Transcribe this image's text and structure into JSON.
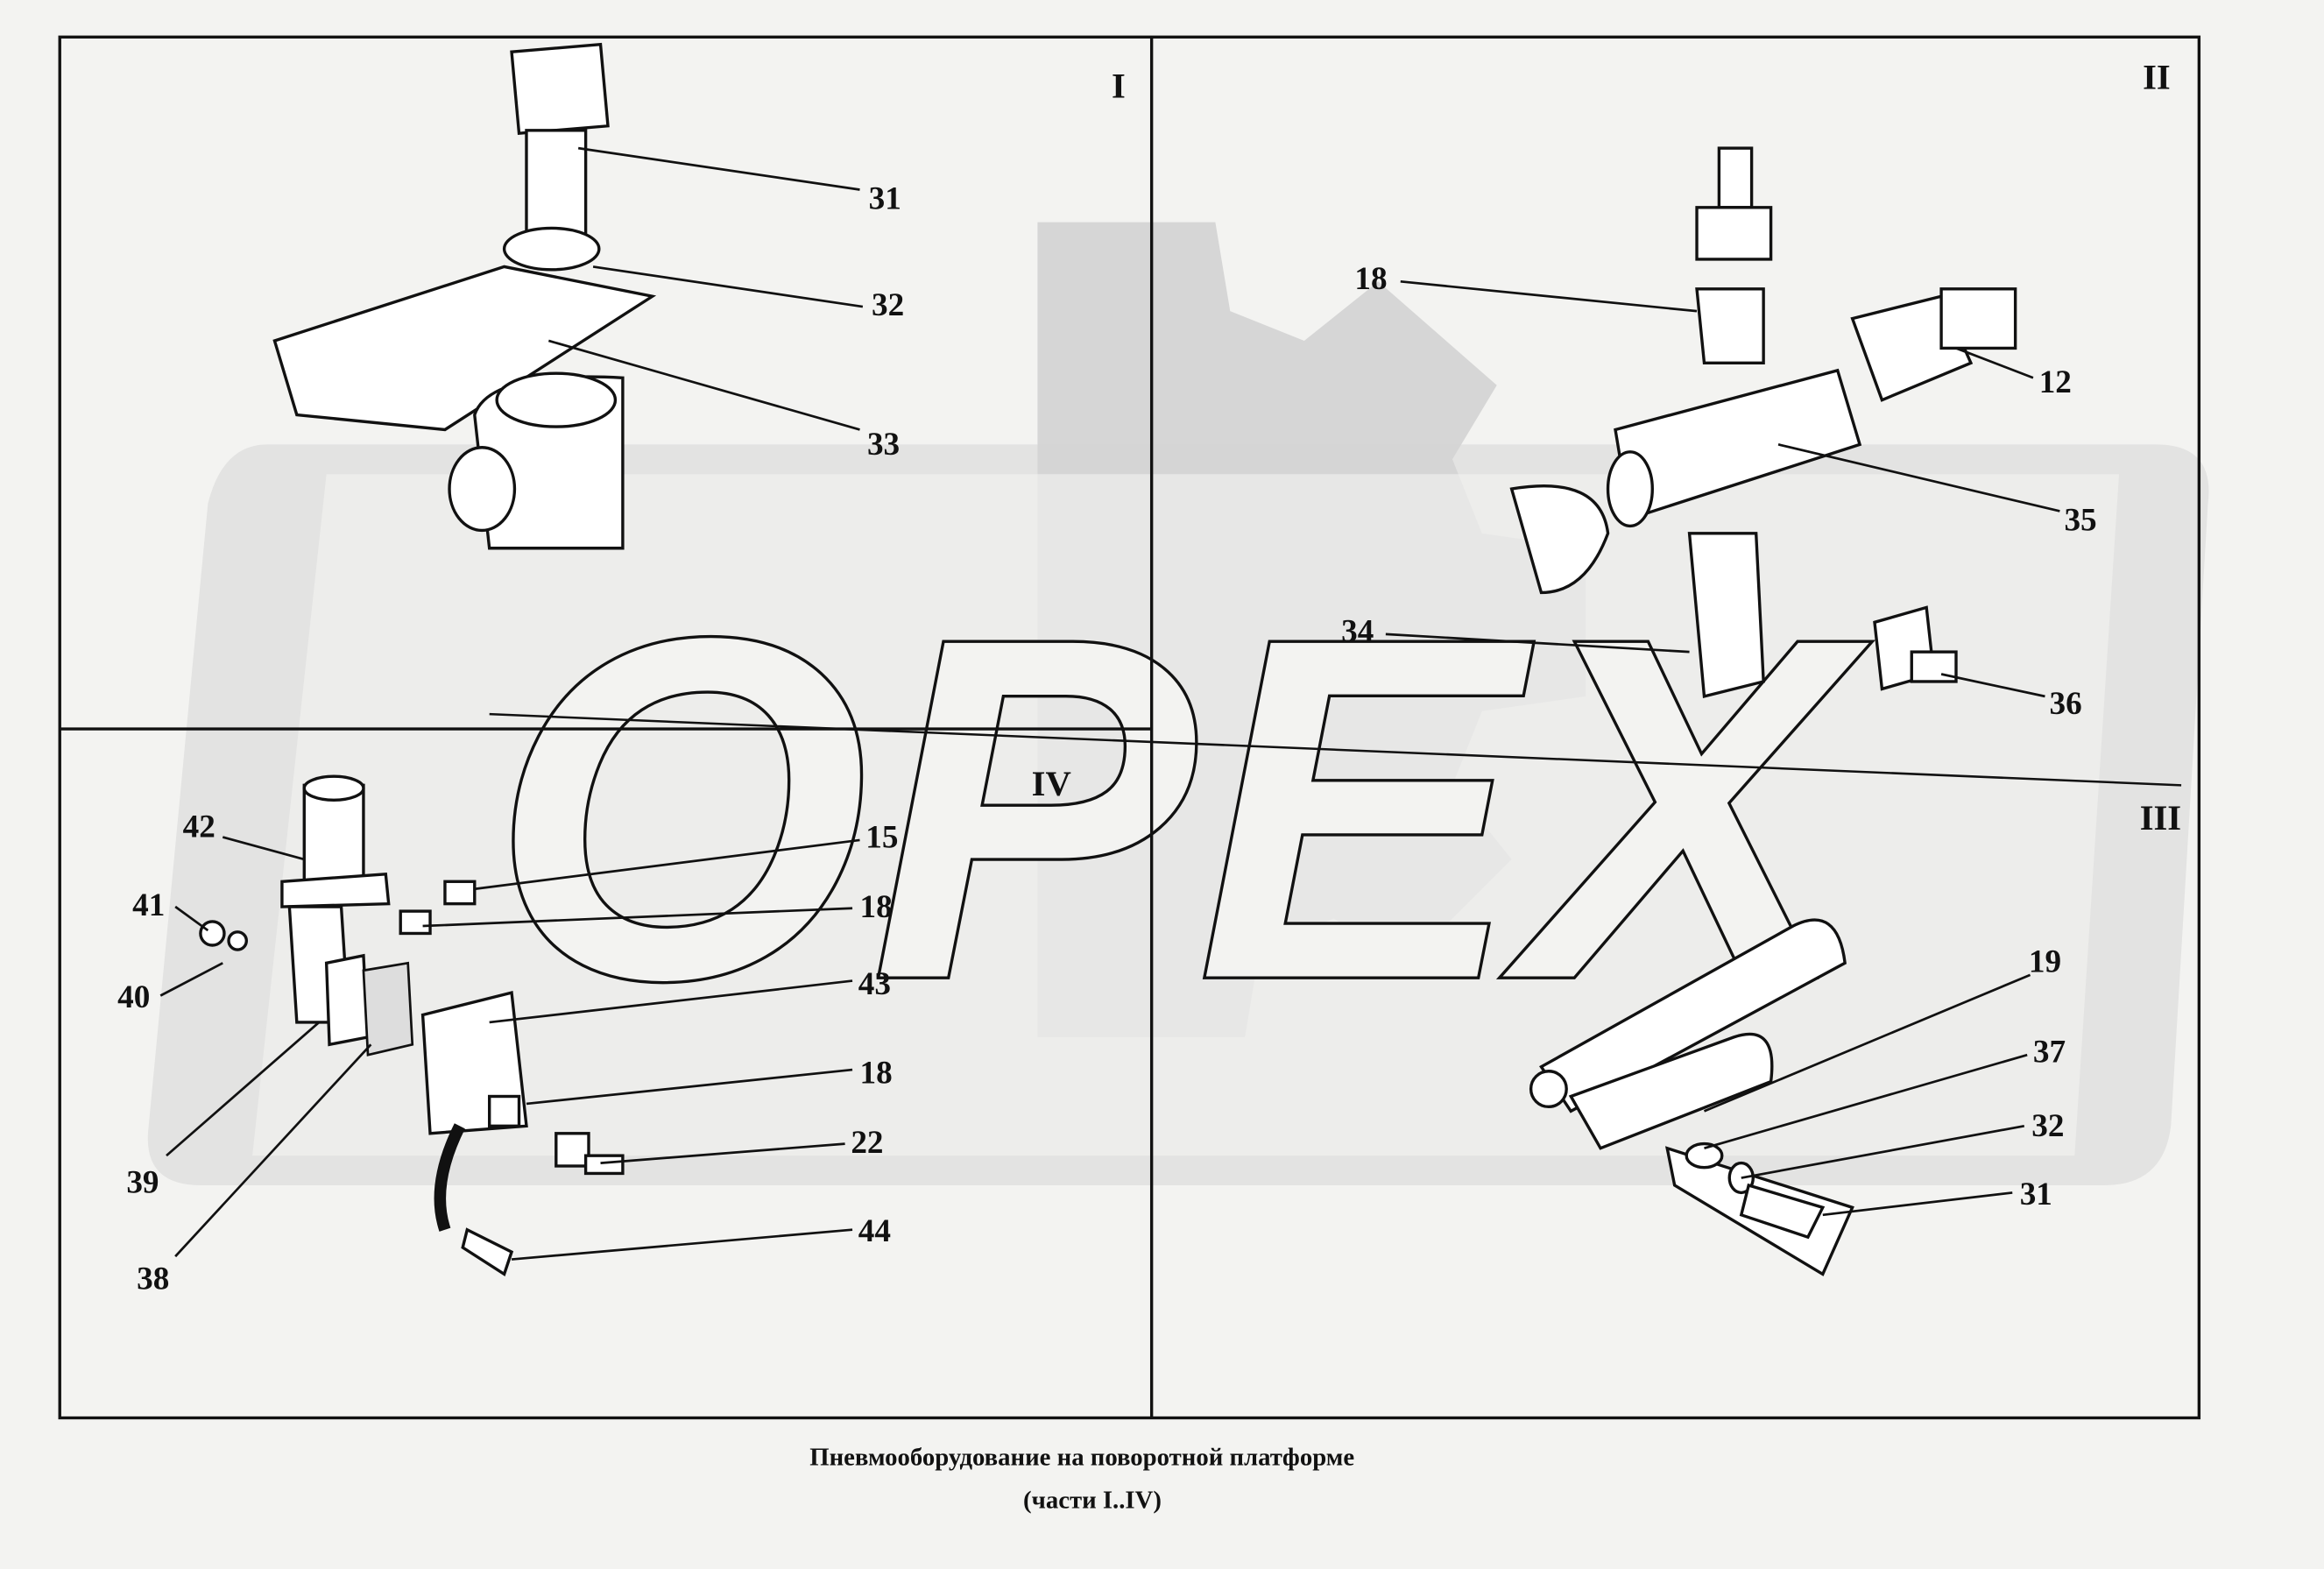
{
  "caption": {
    "line1": "Пневмооборудование  на поворотной платформе",
    "line2": "(части  I..IV)"
  },
  "watermark": "OPEX",
  "sections": [
    "I",
    "II",
    "III",
    "IV"
  ],
  "labels": {
    "s1": [
      "31",
      "32",
      "33"
    ],
    "s2": [
      "18",
      "12",
      "35",
      "34",
      "36"
    ],
    "s3": [
      "19",
      "37",
      "32",
      "31"
    ],
    "s4": [
      "42",
      "15",
      "18",
      "41",
      "40",
      "43",
      "39",
      "38",
      "18",
      "22",
      "44"
    ]
  }
}
